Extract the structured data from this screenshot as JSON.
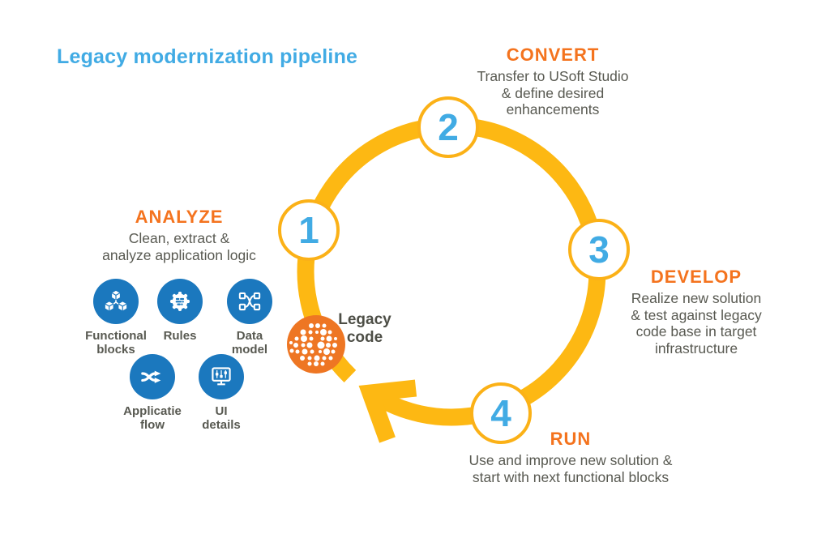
{
  "title": "Legacy modernization pipeline",
  "legacy_code": {
    "label": "Legacy\ncode"
  },
  "steps": [
    {
      "number": "1",
      "name": "ANALYZE",
      "description": "Clean, extract &\nanalyze application logic"
    },
    {
      "number": "2",
      "name": "CONVERT",
      "description": "Transfer to USoft Studio\n& define desired\nenhancements"
    },
    {
      "number": "3",
      "name": "DEVELOP",
      "description": "Realize new solution\n& test against legacy\ncode base in target\ninfrastructure"
    },
    {
      "number": "4",
      "name": "RUN",
      "description": "Use and improve new solution &\nstart with next functional blocks"
    }
  ],
  "analyze_icons": [
    {
      "name": "functional-blocks-icon",
      "label": "Functional\nblocks"
    },
    {
      "name": "rules-icon",
      "label": "Rules"
    },
    {
      "name": "data-model-icon",
      "label": "Data\nmodel"
    },
    {
      "name": "application-flow-icon",
      "label": "Applicatie\nflow"
    },
    {
      "name": "ui-details-icon",
      "label": "UI\ndetails"
    }
  ],
  "colors": {
    "title_blue": "#41ABE4",
    "number_blue": "#41ABE4",
    "heading_orange": "#F4731E",
    "ring_yellow": "#FDB813",
    "icon_blue": "#1B78BE",
    "legacy_orange": "#EE7623",
    "body_gray": "#585951"
  }
}
